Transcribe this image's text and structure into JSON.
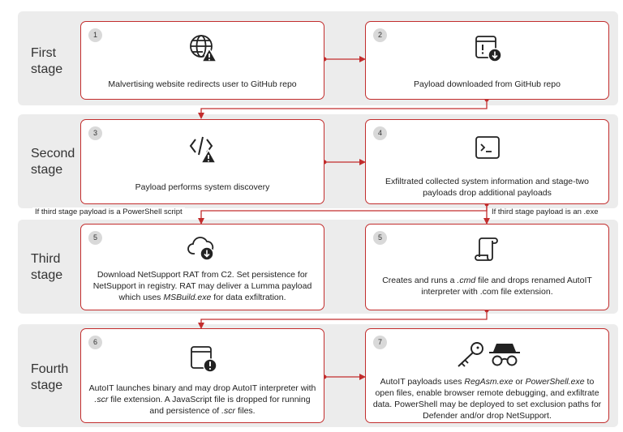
{
  "stages": [
    {
      "label_line1": "First",
      "label_line2": "stage"
    },
    {
      "label_line1": "Second",
      "label_line2": "stage"
    },
    {
      "label_line1": "Third",
      "label_line2": "stage"
    },
    {
      "label_line1": "Fourth",
      "label_line2": "stage"
    }
  ],
  "cards": [
    {
      "number": "1",
      "icon": "globe-warning-icon",
      "text": "Malvertising website redirects user to GitHub repo"
    },
    {
      "number": "2",
      "icon": "window-download-icon",
      "text": "Payload downloaded from GitHub repo"
    },
    {
      "number": "3",
      "icon": "code-warning-icon",
      "text": "Payload performs system discovery"
    },
    {
      "number": "4",
      "icon": "terminal-icon",
      "text": "Exfiltrated collected system information and stage-two payloads drop additional payloads"
    },
    {
      "number": "5",
      "icon": "cloud-download-icon",
      "text_parts": [
        "Download NetSupport RAT from C2. Set persistence for NetSupport in registry. RAT may deliver a Lumma payload which uses ",
        "MSBuild.exe",
        " for data exfiltration."
      ]
    },
    {
      "number": "5",
      "icon": "scroll-icon",
      "text_parts": [
        "Creates and runs a ",
        ".cmd",
        " file and drops renamed AutoIT interpreter with .com file extension."
      ]
    },
    {
      "number": "6",
      "icon": "window-alert-icon",
      "text_parts": [
        "AutoIT launches binary and may drop AutoIT interpreter with ",
        ".scr",
        " file extension. A JavaScript file is dropped for running and persistence of ",
        ".scr",
        " files."
      ]
    },
    {
      "number": "7",
      "icon": "key-spy-icon",
      "text_parts": [
        "AutoIT payloads uses ",
        "RegAsm.exe",
        " or ",
        "PowerShell.exe",
        " to open files, enable browser remote debugging, and exfiltrate data. PowerShell may be deployed to set exclusion paths for Defender and/or drop NetSupport."
      ]
    }
  ],
  "conditions": {
    "left": "If third stage payload is a PowerShell script",
    "right": "If third stage payload is an .exe"
  },
  "colors": {
    "accent": "#c22d2d",
    "band": "#ececec"
  }
}
